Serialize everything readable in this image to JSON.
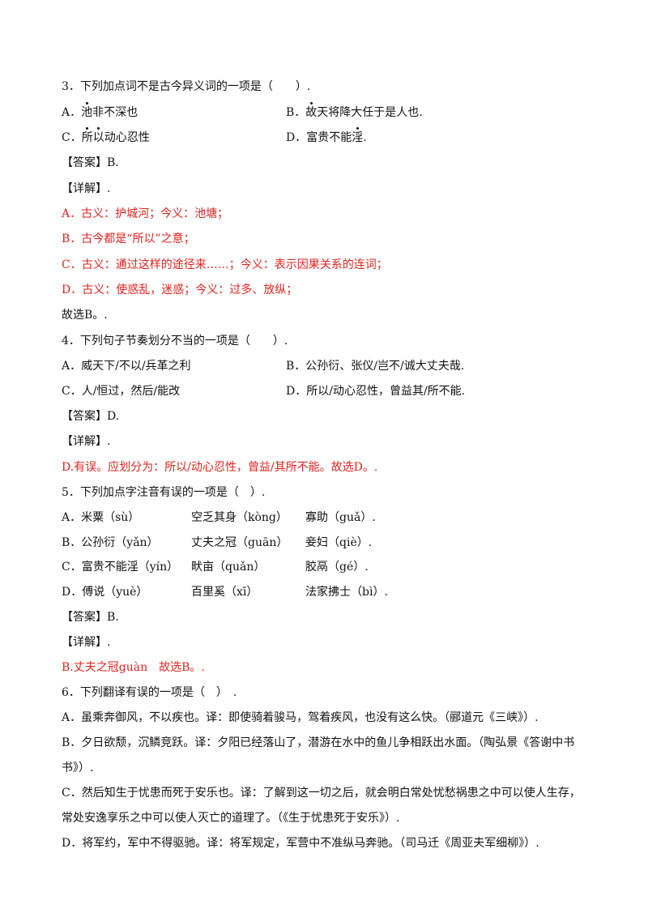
{
  "q3": {
    "stem": "3．下列加点词不是古今异义词的一项是（　　）.",
    "optA": {
      "letter": "A．",
      "dotted": "池",
      "rest": "非不深也"
    },
    "optB": {
      "letter": "B．",
      "dotted": "故",
      "rest": "天将降大任于是人也."
    },
    "optC": {
      "letter": "C．",
      "dotted1": "所",
      "dotted2": "以",
      "rest": "动心忍性"
    },
    "optD": {
      "letter": "D．",
      "pre": "富贵不能",
      "dotted": "淫",
      "post": "."
    },
    "answer": "【答案】B.",
    "detail_label": "【详解】.",
    "exp": [
      "A．古义：护城河；今义：池塘；",
      "B．古今都是“所以”之意；",
      "C．古义：通过这样的途径来……；今义：表示因果关系的连词；",
      "D．古义：使惑乱，迷惑；今义：过多、放纵；"
    ],
    "conclusion": "故选B。."
  },
  "q4": {
    "stem": "4．下列句子节奏划分不当的一项是（　　）.",
    "optA": "A．威天下/不以/兵革之利",
    "optB": "B．公孙衍、张仪/岂不/诚大丈夫哉.",
    "optC": "C．人/恒过，然后/能改",
    "optD": "D．所以/动心忍性，曾益其/所不能.",
    "answer": "【答案】D.",
    "detail_label": "【详解】.",
    "exp": "D.有误。应划分为：所以/动心忍性，曾益/其所不能。故选D。."
  },
  "q5": {
    "stem": "5．下列加点字注音有误的一项是（　）.",
    "rows": [
      {
        "c1": "A．米粟（sù）",
        "c2": "空乏其身（kòng）",
        "c3": "寡助（guǎ）."
      },
      {
        "c1": "B．公孙衍（yǎn）",
        "c2": "丈夫之冠（guān）",
        "c3": "妾妇（qiè）."
      },
      {
        "c1": "C．富贵不能淫（yín）",
        "c2": "畎亩（quǎn）",
        "c3": "胶鬲（gé）."
      },
      {
        "c1": "D．傅说（yuè）",
        "c2": "百里奚（xī）",
        "c3": "法家拂士（bì）."
      }
    ],
    "answer": "【答案】B.",
    "detail_label": "【详解】.",
    "exp": "B.丈夫之冠guàn　故选B。."
  },
  "q6": {
    "stem": "6．下列翻译有误的一项是（　）　.",
    "optA": "A．虽乘奔御风，不以疾也。译：即使骑着骏马，驾着疾风，也没有这么快。（郦道元《三峡》）.",
    "optB1": "B．夕日欲颓，沉鳞竞跃。译：夕阳已经落山了，潜游在水中的鱼儿争相跃出水面。（陶弘景《答谢中书",
    "optB2": "书》）.",
    "optC1": "C．然后知生于忧患而死于安乐也。译：了解到这一切之后，就会明白常处忧愁祸患之中可以使人生存，",
    "optC2": "常处安逸享乐之中可以使人灭亡的道理了。（《生于忧患死于安乐》）.",
    "optD": "D．将军约，军中不得驱驰。译：将军规定，军营中不准纵马奔驰。（司马迁《周亚夫军细柳》）."
  },
  "colors": {
    "text": "#111111",
    "explanation": "#e0241d"
  }
}
